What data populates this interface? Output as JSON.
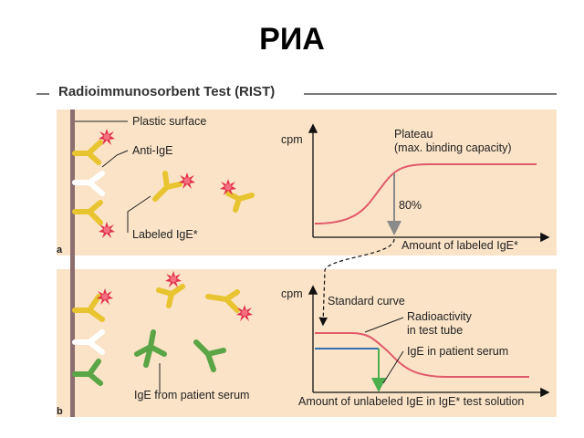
{
  "slide": {
    "title": "РИА"
  },
  "figure": {
    "title": "Radioimmunosorbent Test (RIST)"
  },
  "panel_a": {
    "label": "a",
    "plastic_surface": "Plastic surface",
    "anti_ige": "Anti-IgE",
    "labeled_ige": "Labeled IgE*",
    "ylabel": "cpm",
    "plateau_line1": "Plateau",
    "plateau_line2": "(max. binding capacity)",
    "percent": "80%",
    "xlabel": "Amount of labeled IgE*"
  },
  "panel_b": {
    "label": "b",
    "patient_ige": "IgE from patient serum",
    "ylabel": "cpm",
    "standard_curve": "Standard curve",
    "radio_line1": "Radioactivity",
    "radio_line2": "in test tube",
    "ige_serum": "IgE in patient serum",
    "xlabel": "Amount of unlabeled IgE in IgE* test solution"
  },
  "colors": {
    "panel_bg": "#fbe3c7",
    "anti_ige": "#e8c430",
    "labeled_star": "#e0304a",
    "patient_ige": "#5aa545",
    "curve": "#e05a6a",
    "blue_line": "#3070b0",
    "green_arrow": "#4cae4c"
  }
}
